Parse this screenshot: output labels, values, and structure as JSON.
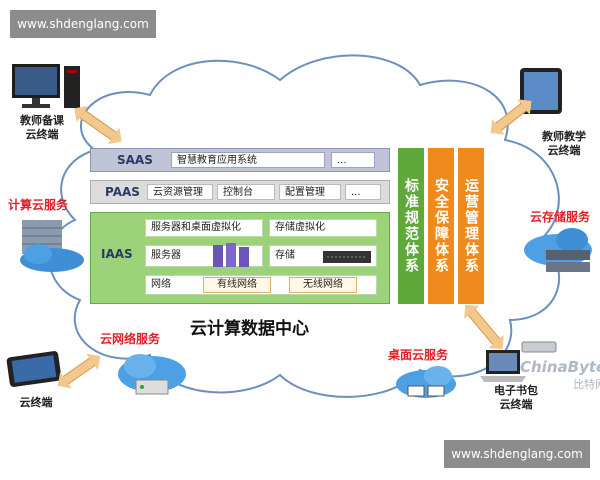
{
  "watermark_top": "www.shdenglang.com",
  "watermark_bottom": "www.shdenglang.com",
  "site_logo": "ChinaByte",
  "site_logo_cn": "比特网",
  "center_title": "云计算数据中心",
  "layers": {
    "saas": {
      "name": "SAAS",
      "items": [
        "智慧教育应用系统",
        "..."
      ]
    },
    "paas": {
      "name": "PAAS",
      "items": [
        "云资源管理",
        "控制台",
        "配置管理",
        "..."
      ]
    },
    "iaas": {
      "name": "IAAS",
      "items": [
        "服务器和桌面虚拟化",
        "存储虚拟化",
        "服务器",
        "存储",
        "网络",
        "有线网络",
        "无线网络"
      ]
    }
  },
  "side_bars": [
    "标准规范体系",
    "安全保障体系",
    "运营管理体系"
  ],
  "devices": {
    "teacher_prep": "教师备课\n云终端",
    "teacher_teach": "教师教学\n云终端",
    "terminal_left": "云终端",
    "ebook": "电子书包\n云终端"
  },
  "services": {
    "compute": "计算云服务",
    "storage": "云存储服务",
    "network": "云网络服务",
    "desktop": "桌面云服务"
  },
  "colors": {
    "green_bar": "#5fa83a",
    "orange_bar": "#f08a1c",
    "iaas_bg": "#9bd27a",
    "service_text": "#e0202a"
  },
  "icons": [
    "monitor-icon",
    "tablet-icon",
    "server-cloud-icon",
    "router-cloud-icon",
    "laptop-icon",
    "thin-client-icon"
  ]
}
